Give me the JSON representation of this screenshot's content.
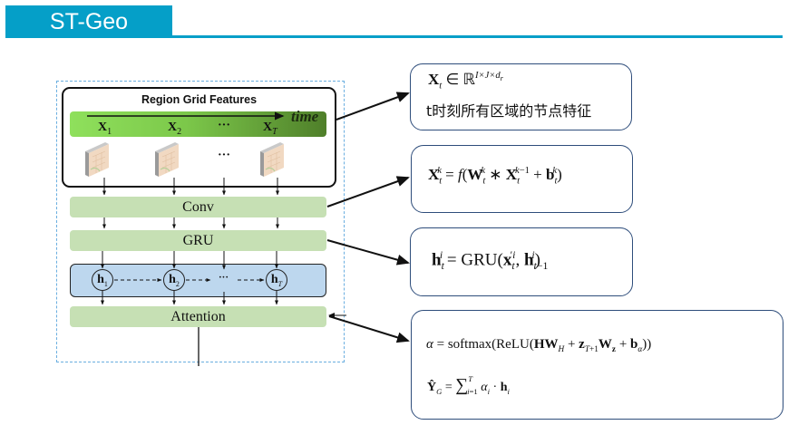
{
  "header": {
    "title": "ST-Geo",
    "accent_color": "#059fc8"
  },
  "diagram": {
    "region_title": "Region Grid Features",
    "time_label": "time",
    "inputs": [
      {
        "base": "X",
        "sub": "1"
      },
      {
        "base": "X",
        "sub": "2"
      },
      {
        "base": "X",
        "sub": "T"
      }
    ],
    "ellipsis": "···",
    "layers": {
      "conv": "Conv",
      "gru": "GRU",
      "attention": "Attention"
    },
    "hidden_states": [
      {
        "base": "h",
        "sub": "1"
      },
      {
        "base": "h",
        "sub": "2"
      },
      {
        "base": "h",
        "sub": "T"
      }
    ],
    "colors": {
      "layer_fill": "#c6e0b4",
      "hidden_fill": "#bdd7ee",
      "border_dashed": "#6aaee0",
      "formula_border": "#2e4d7b"
    }
  },
  "formulas": {
    "input_def": {
      "lhs": "X",
      "lhs_sub": "t",
      "rel": " ∈ ℝ",
      "sup": "I×J×d",
      "sup_sub": "r",
      "caption": "t时刻所有区域的节点特征"
    },
    "conv": "X_t^k = f(W_t^k * X_t^{k-1} + b_t^k)",
    "gru": "h_t^i = GRU(x'_t^i, h_{t-1}^i)",
    "attention": "α = softmax(ReLU(HW_H + z_{T+1}W_z + b_α))",
    "output": "Ŷ_G = Σ_{i=1}^{T} α_i · h_i"
  }
}
